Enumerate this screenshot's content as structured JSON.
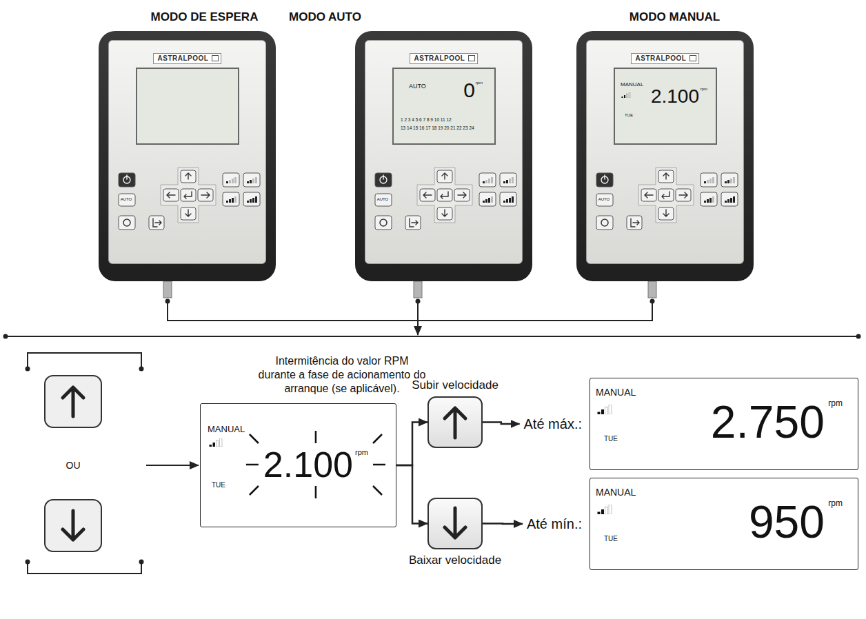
{
  "diagram": {
    "nodes": [
      {
        "text": [
          "MODO DE ESPERA",
          "ASTRALPOOL"
        ]
      },
      {
        "text": [
          "MODO AUTO",
          "ASTRALPOOL"
        ]
      },
      {
        "text": [
          "AUTO",
          "0",
          "rpm",
          "1 2 3 4 5 6 7 8 9 10 11 12",
          "13 14 15 16 17 18 19 20 21 22 23 24"
        ],
        "in": 1
      },
      {
        "text": [
          "MODO MANUAL",
          "ASTRALPOOL"
        ]
      },
      {
        "text": [
          "MANUAL",
          "2.100",
          "rpm",
          "TUE"
        ],
        "in": 3
      },
      {
        "text": [
          "Intermitência do valor RPM durante a fase de acionamento do arranque (se aplicável).",
          "MANUAL",
          "2.100",
          "rpm",
          "TUE"
        ]
      },
      {
        "text": [
          "Subir velocidade"
        ]
      },
      {
        "text": [
          "Baixar velocidade"
        ]
      },
      {
        "text": [
          "Até máx.:",
          "MANUAL",
          "2.750",
          "rpm",
          "TUE"
        ]
      },
      {
        "text": [
          "Até mín.:",
          "MANUAL",
          "950",
          "rpm",
          "TUE"
        ]
      }
    ],
    "edges": [
      {
        "from": 5,
        "to": 6,
        "arrow": "to"
      },
      {
        "from": 5,
        "to": 7,
        "arrow": "to"
      },
      {
        "from": 6,
        "to": 8,
        "arrow": "to"
      },
      {
        "from": 7,
        "to": 9,
        "arrow": "to"
      }
    ],
    "labels": [
      "OU",
      "AUTO",
      "AUTO",
      "AUTO"
    ]
  }
}
